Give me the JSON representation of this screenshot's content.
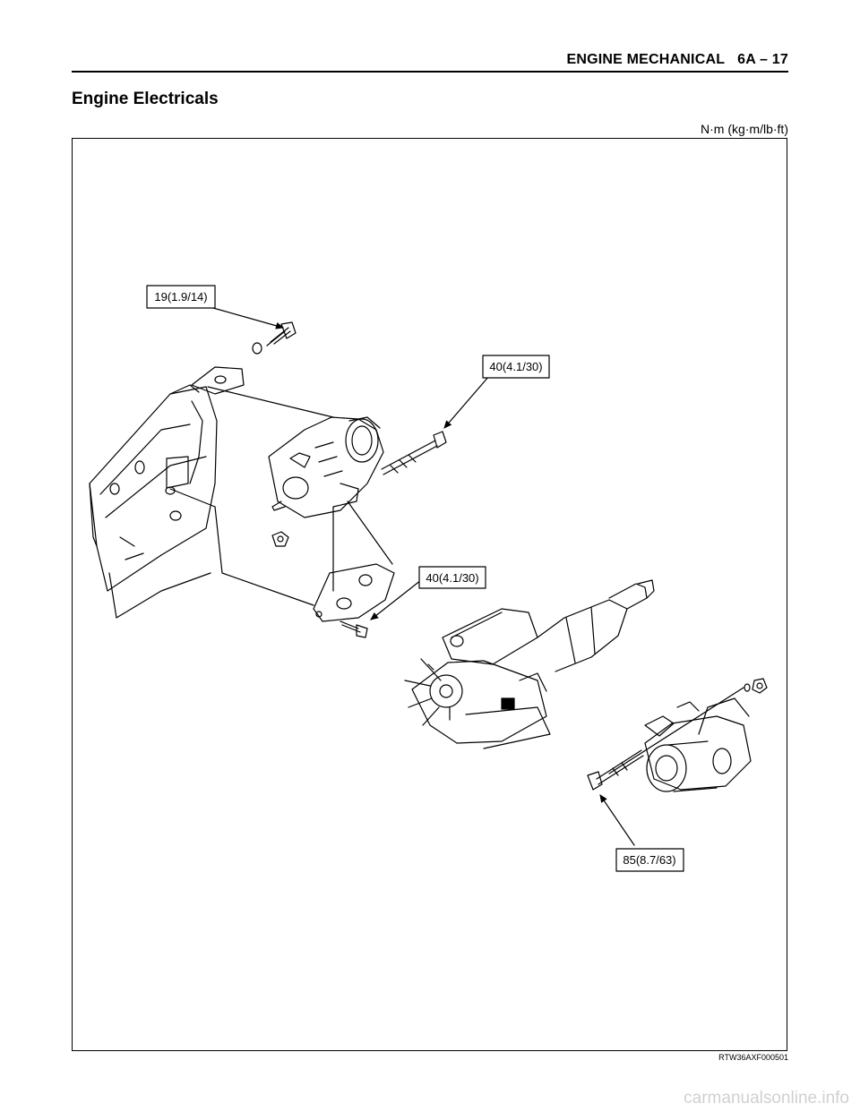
{
  "header": {
    "section": "ENGINE MECHANICAL",
    "page_number": "6A – 17"
  },
  "title": "Engine Electricals",
  "units_label": "N·m (kg·m/lb·ft)",
  "figure": {
    "torque_labels": [
      {
        "id": "generator-upper-bolt",
        "value": "19(1.9/14)"
      },
      {
        "id": "generator-through-bolt",
        "value": "40(4.1/30)"
      },
      {
        "id": "bracket-bolt",
        "value": "40(4.1/30)"
      },
      {
        "id": "starter-bolt",
        "value": "85(8.7/63)"
      }
    ],
    "code": "RTW36AXF000501"
  },
  "watermark": "carmanualsonline.info"
}
